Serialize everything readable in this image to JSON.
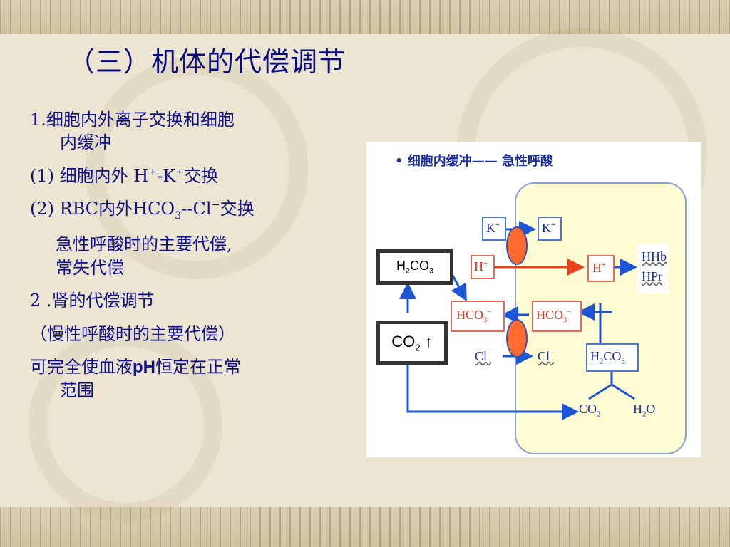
{
  "title": "（三）机体的代偿调节",
  "content": {
    "item1_line1": "1.细胞内外离子交换和细胞",
    "item1_line2": "内缓冲",
    "item1a_prefix": "(1) 细胞内外 H",
    "item1a_mid": "-K",
    "item1a_suffix": "交换",
    "item1b_prefix": "(2) RBC内外HCO",
    "item1b_mid": "--Cl",
    "item1b_suffix": "交换",
    "item1b_note1": "急性呼酸时的主要代偿,",
    "item1b_note2": "常失代偿",
    "item2": "2 .肾的代偿调节",
    "item2_note": "（慢性呼酸时的主要代偿）",
    "item3_prefix": "可完全使血液",
    "item3_ph": "pH",
    "item3_suffix": "恒定在正常",
    "item3_line2": "范围"
  },
  "diagram": {
    "title": "• 细胞内缓冲—— 急性呼酸",
    "k_left": "K",
    "k_right": "K",
    "plus": "+",
    "minus": "−",
    "h2co3_outside": "H2CO3",
    "h_outside": "H",
    "h_inside": "H",
    "hhb": "HHb",
    "hpr": "HPr",
    "hco3_outside": "HCO",
    "hco3_inside": "HCO",
    "co2_outside": "CO",
    "cl_left": "Cl",
    "cl_right": "Cl",
    "h2co3_inside": "H2CO3",
    "co2_inside": "CO",
    "h2o": "H2O",
    "sub2": "2",
    "sub3": "3"
  },
  "colors": {
    "title": "#0a0a80",
    "text": "#10108a",
    "arrow_blue": "#1e55d4",
    "arrow_red": "#e8421e",
    "cell_fill": "#fdfcd2"
  }
}
